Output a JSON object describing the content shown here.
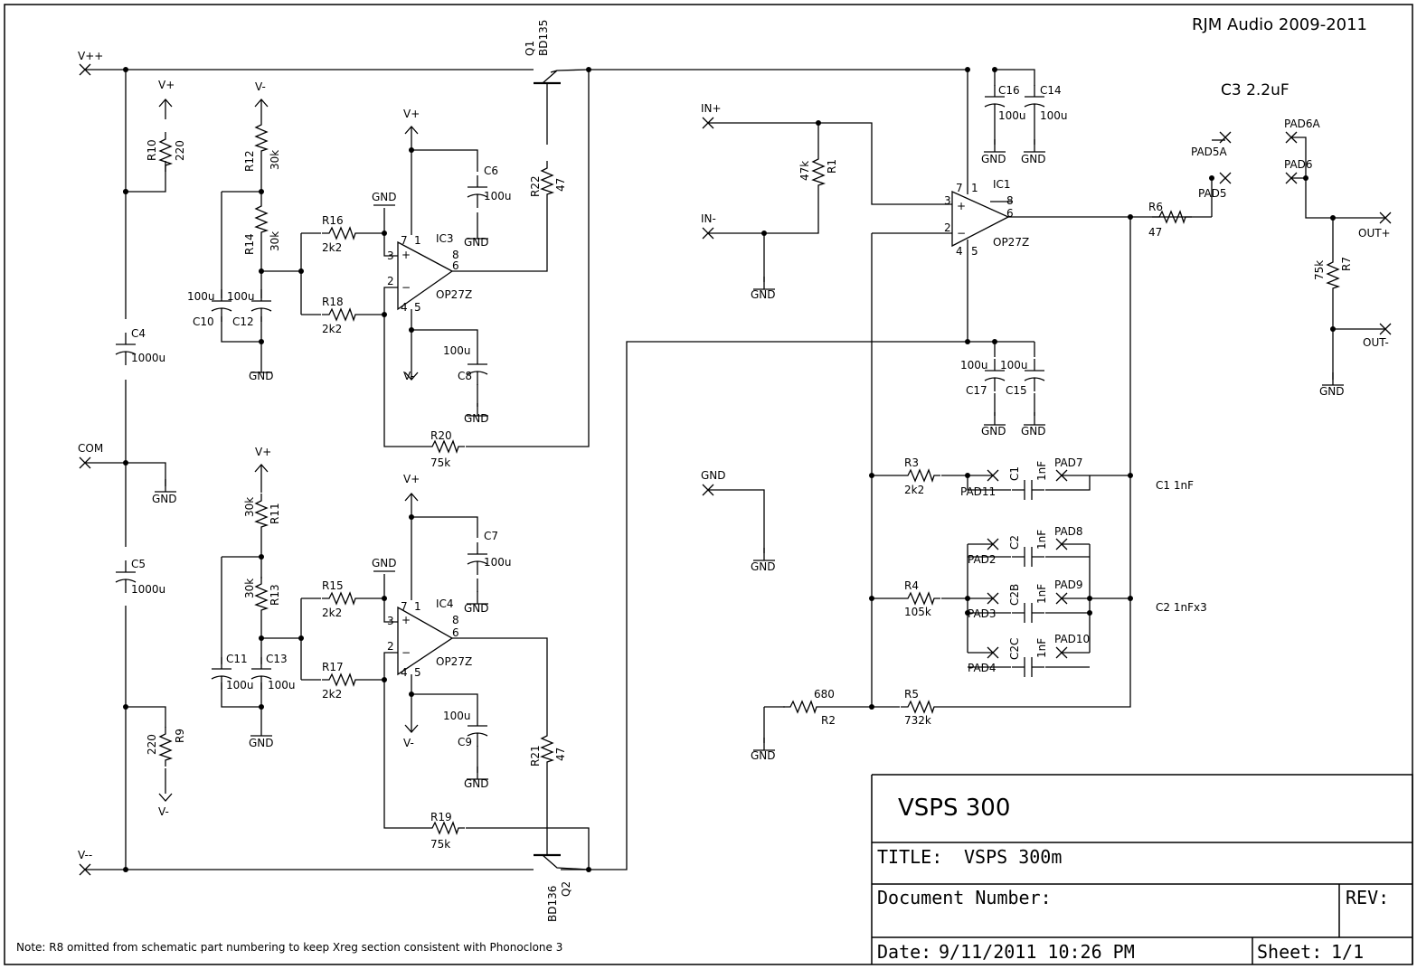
{
  "header": {
    "copyright": "RJM Audio 2009-2011"
  },
  "note": "Note: R8 omitted from schematic part numbering to keep Xreg section consistent with Phonoclone 3",
  "title_block": {
    "project": "VSPS 300",
    "title_label": "TITLE:",
    "title_value": "VSPS 300m",
    "doc_number_label": "Document Number:",
    "rev_label": "REV:",
    "date_label": "Date:",
    "date_value": "9/11/2011 10:26 PM",
    "sheet_label": "Sheet:",
    "sheet_value": "1/1"
  },
  "nets": {
    "vpp": "V++",
    "vmm": "V--",
    "com": "COM",
    "vp": "V+",
    "vm": "V-",
    "gnd": "GND",
    "in_p": "IN+",
    "in_m": "IN-",
    "out_p": "OUT+",
    "out_m": "OUT-"
  },
  "parts": {
    "q1": "Q1",
    "q1v": "BD135",
    "q2": "Q2",
    "q2v": "BD136",
    "r1": "R1",
    "r1v": "47k",
    "r2": "R2",
    "r2v": "680",
    "r3": "R3",
    "r3v": "2k2",
    "r4": "R4",
    "r4v": "105k",
    "r5": "R5",
    "r5v": "732k",
    "r6": "R6",
    "r6v": "47",
    "r7": "R7",
    "r7v": "75k",
    "r9": "R9",
    "r9v": "220",
    "r10": "R10",
    "r10v": "220",
    "r11": "R11",
    "r11v": "30k",
    "r12": "R12",
    "r12v": "30k",
    "r13": "R13",
    "r13v": "30k",
    "r14": "R14",
    "r14v": "30k",
    "r15": "R15",
    "r15v": "2k2",
    "r16": "R16",
    "r16v": "2k2",
    "r17": "R17",
    "r17v": "2k2",
    "r18": "R18",
    "r18v": "2k2",
    "r19": "R19",
    "r19v": "75k",
    "r20": "R20",
    "r20v": "75k",
    "r21": "R21",
    "r21v": "47",
    "r22": "R22",
    "r22v": "47",
    "c1": "C1",
    "c2": "C2",
    "c2b": "C2B",
    "c2c": "C2C",
    "c_1nf": "1nF",
    "c4": "C4",
    "c5": "C5",
    "c1000u": "1000u",
    "c6": "C6",
    "c7": "C7",
    "c8": "C8",
    "c9": "C9",
    "c10": "C10",
    "c11": "C11",
    "c12": "C12",
    "c13": "C13",
    "c14": "C14",
    "c15": "C15",
    "c16": "C16",
    "c17": "C17",
    "c100u": "100u",
    "ic1": "IC1",
    "ic3": "IC3",
    "ic4": "IC4",
    "opamp": "OP27Z",
    "pad2": "PAD2",
    "pad3": "PAD3",
    "pad4": "PAD4",
    "pad5": "PAD5",
    "pad5a": "PAD5A",
    "pad6": "PAD6",
    "pad6a": "PAD6A",
    "pad7": "PAD7",
    "pad8": "PAD8",
    "pad9": "PAD9",
    "pad10": "PAD10",
    "pad11": "PAD11",
    "p1": "1",
    "p2": "2",
    "p3": "3",
    "p4": "4",
    "p5": "5",
    "p6": "6",
    "p7": "7",
    "p8": "8",
    "plus": "+",
    "minus": "−"
  },
  "annotations": {
    "c3": "C3 2.2uF",
    "c1": "C1 1nF",
    "c2": "C2 1nFx3"
  }
}
